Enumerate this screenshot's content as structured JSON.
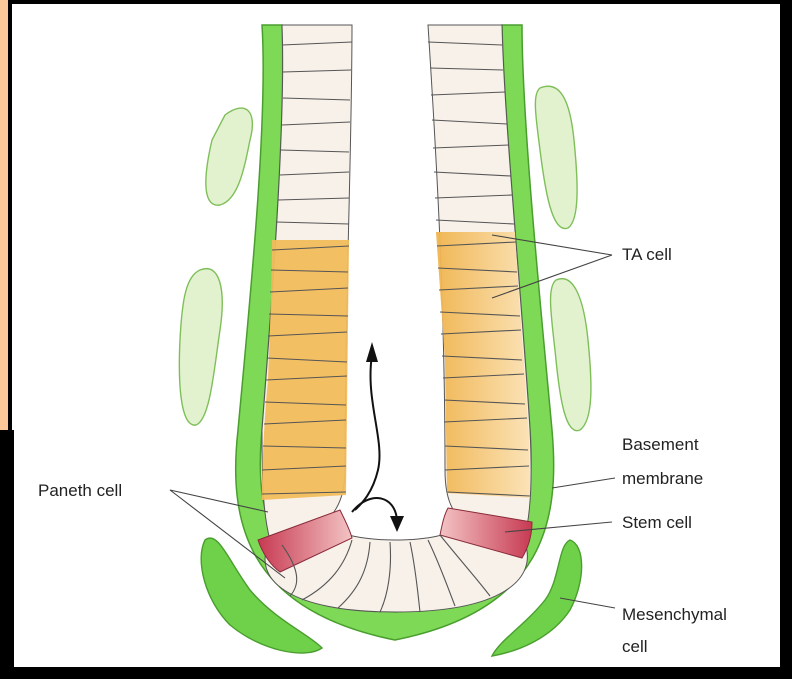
{
  "labels": {
    "ta_cell": "TA cell",
    "basement_membrane_line1": "Basement",
    "basement_membrane_line2": "membrane",
    "paneth_cell": "Paneth cell",
    "stem_cell": "Stem cell",
    "mesenchymal_line1": "Mesenchymal",
    "mesenchymal_line2": "cell"
  },
  "colors": {
    "membrane_green": "#7ed957",
    "mesenchyme_light": "#e2f2cf",
    "ta_orange": "#f4c26b",
    "stem_red": "#d9596b",
    "cell_cream": "#f8f1ea",
    "frame": "#000000",
    "accent_panel": "#fbc999"
  }
}
